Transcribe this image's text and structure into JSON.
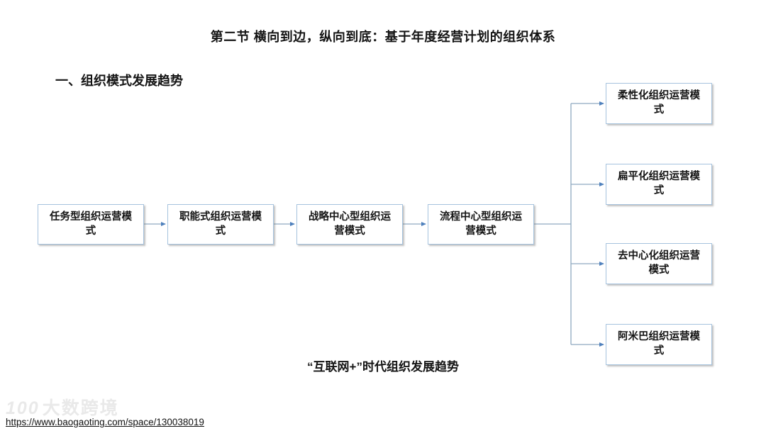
{
  "slide": {
    "title": "第二节  横向到边，纵向到底：基于年度经营计划的组织体系",
    "section_heading": "一、组织模式发展趋势",
    "caption": "“互联网+”时代组织发展趋势"
  },
  "diagram": {
    "main_chain": [
      "任务型组织运营模式",
      "职能式组织运营模式",
      "战略中心型组织运营模式",
      "流程中心型组织运营模式"
    ],
    "branches": [
      "柔性化组织运营模式",
      "扁平化组织运营模式",
      "去中心化组织运营模式",
      "阿米巴组织运营模式"
    ],
    "line_color": "#8fa9c0",
    "arrow_color": "#4f81bd",
    "box_border_color": "#a6c3de"
  },
  "footer": {
    "url": "https://www.baogaoting.com/space/130038019",
    "watermark_logo": "100",
    "watermark_text": "大数跨境"
  }
}
